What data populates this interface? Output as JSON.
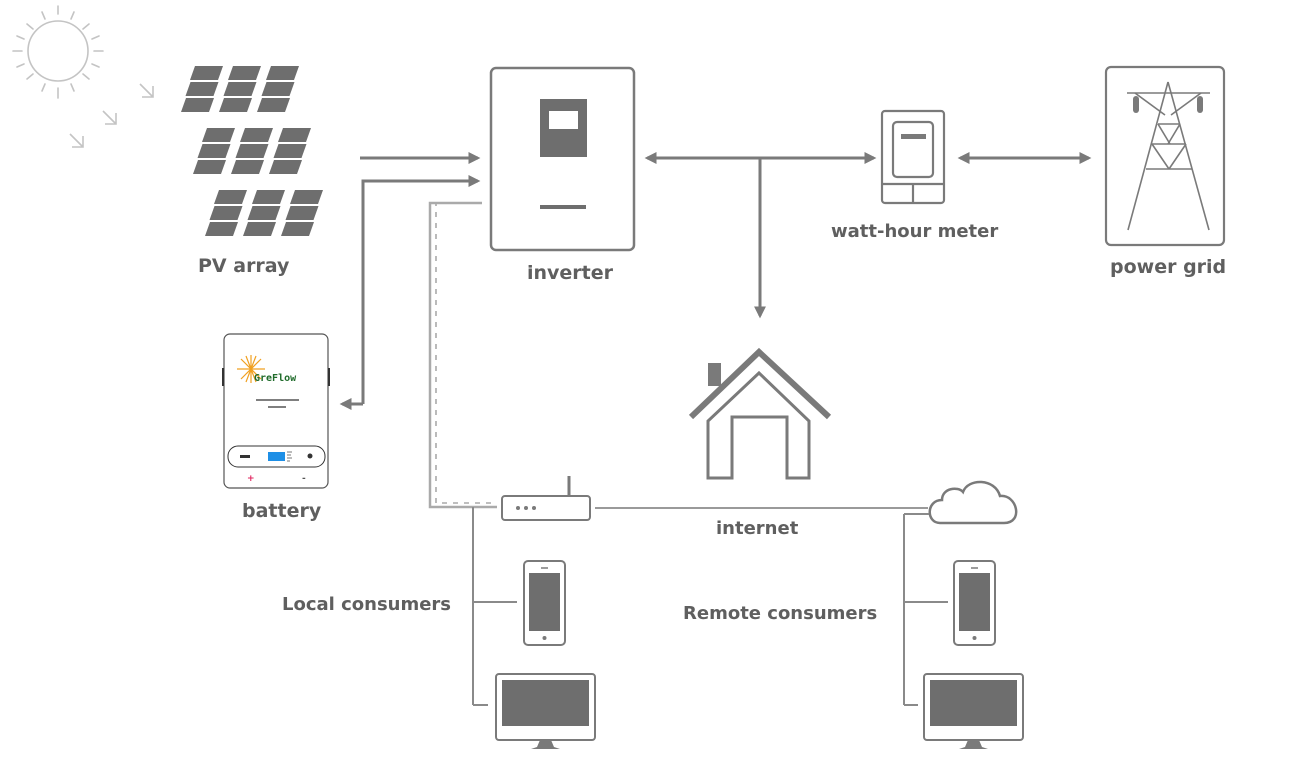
{
  "diagram": {
    "title": "",
    "colors": {
      "stroke": "#7a7a7a",
      "fill": "#6e6e6e",
      "light_stroke": "#c4c4c4",
      "label": "#5f5f5f",
      "battery_screen": "#1e8fe6",
      "sun_star": "#f0a020",
      "brand_text": "#1f6b2a",
      "plus_terminal": "#e0245e"
    },
    "nodes": [
      {
        "id": "sun",
        "label": "",
        "icon": "sun-icon"
      },
      {
        "id": "pv_array",
        "label": "PV array",
        "icon": "solar-panel-icon"
      },
      {
        "id": "battery",
        "label": "battery",
        "icon": "battery-icon",
        "brand": "GreFlow",
        "terminals": [
          "+",
          "-"
        ]
      },
      {
        "id": "inverter",
        "label": "inverter",
        "icon": "inverter-icon"
      },
      {
        "id": "meter",
        "label": "watt-hour meter",
        "icon": "meter-icon"
      },
      {
        "id": "grid",
        "label": "power grid",
        "icon": "power-tower-icon"
      },
      {
        "id": "house",
        "label": "",
        "icon": "house-icon"
      },
      {
        "id": "router",
        "label": "",
        "icon": "router-icon"
      },
      {
        "id": "cloud",
        "label": "internet",
        "icon": "cloud-icon"
      },
      {
        "id": "local_consumers",
        "label": "Local consumers",
        "icon": "phone-and-monitor-icons"
      },
      {
        "id": "remote_consumers",
        "label": "Remote consumers",
        "icon": "phone-and-monitor-icons"
      }
    ],
    "edges": [
      {
        "from": "sun",
        "to": "pv_array",
        "style": "light-arrows"
      },
      {
        "from": "pv_array",
        "to": "inverter",
        "style": "arrow"
      },
      {
        "from": "battery",
        "to": "inverter",
        "style": "bidirectional-elbow"
      },
      {
        "from": "inverter",
        "to": "meter",
        "style": "double-arrow"
      },
      {
        "from": "inverter",
        "to": "house",
        "style": "arrow-branch"
      },
      {
        "from": "meter",
        "to": "grid",
        "style": "double-arrow"
      },
      {
        "from": "inverter",
        "to": "router",
        "style": "dashed-communication"
      },
      {
        "from": "router",
        "to": "cloud",
        "style": "line"
      },
      {
        "from": "router",
        "to": "local_consumers",
        "style": "line"
      },
      {
        "from": "cloud",
        "to": "remote_consumers",
        "style": "line"
      }
    ],
    "labels": {
      "pv_array": "PV array",
      "battery": "battery",
      "brand": "GreFlow",
      "plus": "+",
      "minus": "-",
      "inverter": "inverter",
      "meter": "watt-hour meter",
      "grid": "power grid",
      "internet": "internet",
      "local": "Local consumers",
      "remote": "Remote consumers"
    }
  }
}
